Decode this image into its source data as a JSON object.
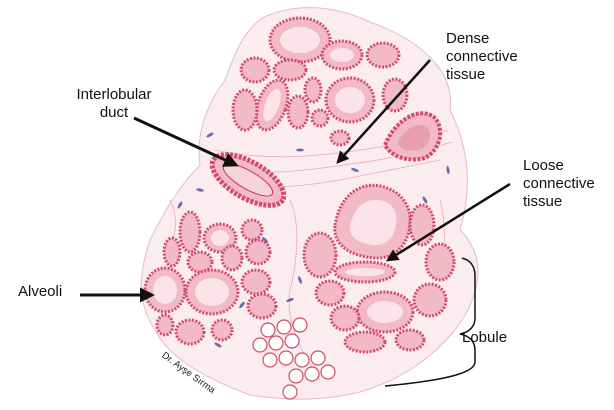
{
  "title": "",
  "colors": {
    "stain": "#d24b6c",
    "stain_light": "#f2b9c8",
    "stroma": "#f6dde3",
    "nucleus": "#6a6ab0",
    "ink": "#111111"
  },
  "labels": {
    "interlobular_duct": "Interlobular\nduct",
    "dense_connective": "Dense\nconnective\ntissue",
    "loose_connective": "Loose\nconnective\ntissue",
    "alveoli": "Alveoli",
    "lobule": "Lobule"
  },
  "credit": "Dr. Ayşe Sırma"
}
